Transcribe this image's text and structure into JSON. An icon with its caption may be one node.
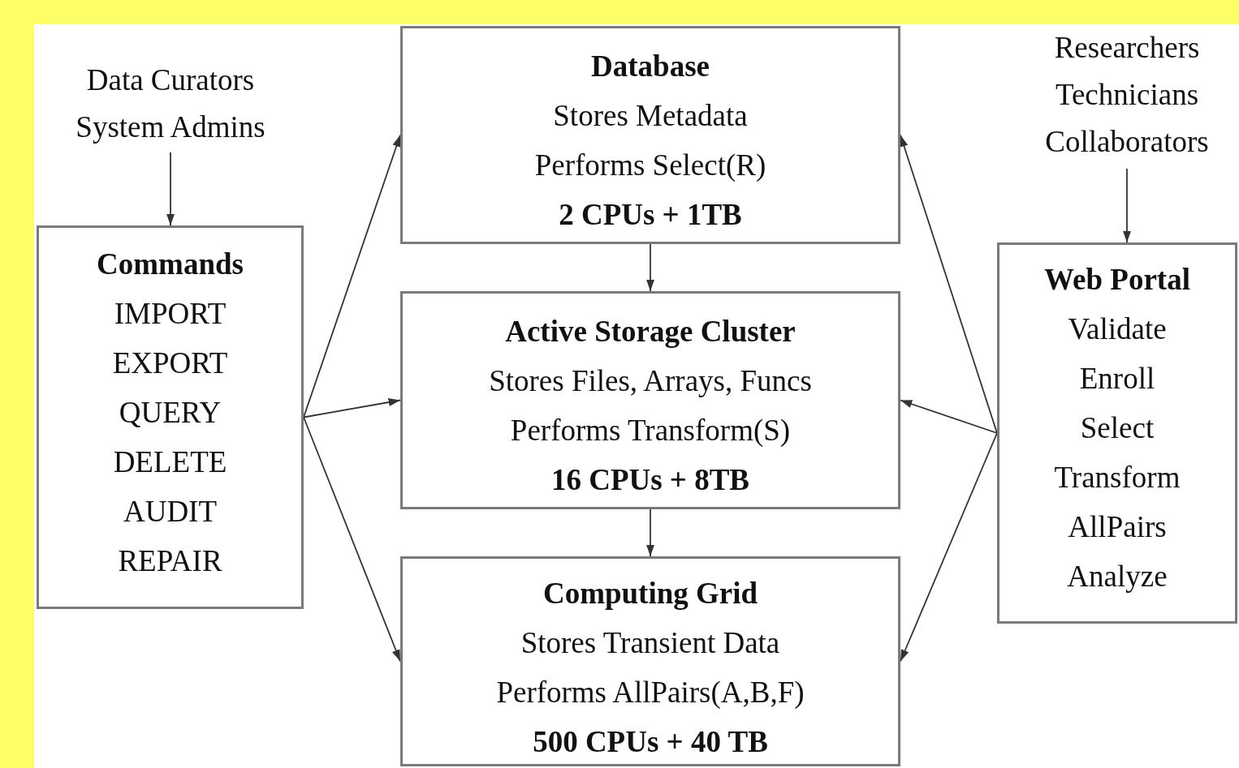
{
  "diagram": {
    "nodes": [
      {
        "text": [
          "Data Curators System Admins"
        ]
      },
      {
        "text": [
          "Commands",
          "IMPORT",
          "EXPORT",
          "QUERY",
          "DELETE",
          "AUDIT",
          "REPAIR"
        ]
      },
      {
        "text": [
          "Database",
          "Stores Metadata",
          "Performs Select(R)",
          "2 CPUs + 1TB"
        ]
      },
      {
        "text": [
          "Active Storage Cluster",
          "Stores Files, Arrays, Funcs",
          "Performs Transform(S)",
          "16 CPUs + 8TB"
        ]
      },
      {
        "text": [
          "Computing Grid",
          "Stores Transient Data",
          "Performs AllPairs(A,B,F)",
          "500 CPUs + 40 TB"
        ]
      },
      {
        "text": [
          "Researchers Technicians Collaborators"
        ]
      },
      {
        "text": [
          "Web Portal",
          "Validate",
          "Enroll",
          "Select",
          "Transform",
          "AllPairs",
          "Analyze"
        ]
      }
    ],
    "edges": [
      {
        "from": 0,
        "to": 1,
        "arrow": "to"
      },
      {
        "from": 1,
        "to": 2,
        "arrow": "to"
      },
      {
        "from": 1,
        "to": 3,
        "arrow": "to"
      },
      {
        "from": 1,
        "to": 4,
        "arrow": "to"
      },
      {
        "from": 2,
        "to": 3,
        "arrow": "to"
      },
      {
        "from": 3,
        "to": 4,
        "arrow": "to"
      },
      {
        "from": 5,
        "to": 6,
        "arrow": "to"
      },
      {
        "from": 6,
        "to": 2,
        "arrow": "to"
      },
      {
        "from": 6,
        "to": 3,
        "arrow": "to"
      },
      {
        "from": 6,
        "to": 4,
        "arrow": "to"
      }
    ]
  }
}
